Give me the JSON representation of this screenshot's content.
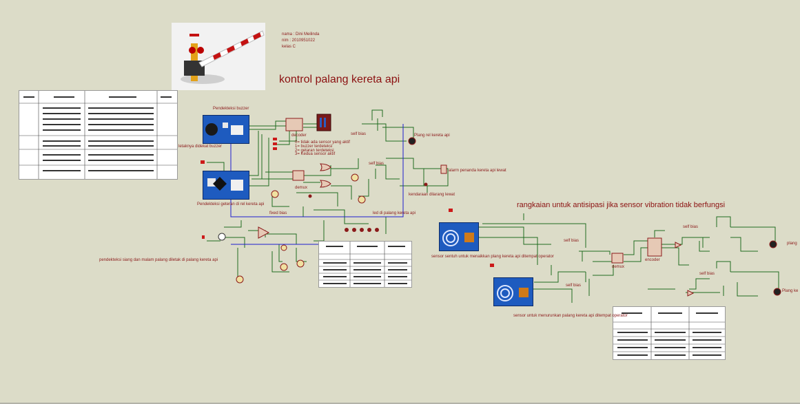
{
  "meta": {
    "name_line": "nama : Dini Meilinda",
    "nim_line": "nim : 2010951022",
    "class_line": "kelas C"
  },
  "title_main": "kontrol palang kereta api",
  "title_right": "rangkaian untuk antisipasi jika sensor vibration tidak berfungsi",
  "labels": {
    "buzzer_detector": "Pendekteksi buzzer",
    "buzzer_location": "letaknya didekat buzzer",
    "decoder": "decoder",
    "decoder_legend_0": "0= tidak ada sensor yang aktif",
    "decoder_legend_1": "1= buzzer terdeteksi",
    "decoder_legend_2": "2= getaran terdeteksi",
    "decoder_legend_3": "3= Kedua sensor aktif",
    "self_bias_1": "self bias",
    "self_bias_2": "self bias",
    "rail_gate": "Plang rel kereta api",
    "alarm": "alarm penanda kereta api lewat",
    "demux_left": "demux",
    "vehicle_forbidden": "kendaraan dilarang lewat",
    "vibration_detector": "Pendekteksi geteran di rel kereta api",
    "fixed_bias": "fixed bias",
    "led_gate": "led di palang kereta api",
    "day_night": "pendekteksi siang dan malam palang diletak di palang kereta api",
    "touch_sensor_up": "sensor sentuh untuk menaikkan plang kereta api ditempat operator",
    "self_bias_r1": "self bias",
    "self_bias_r2": "self bias",
    "demux_right": "demux",
    "encoder": "encoder",
    "self_bias_r3": "self bias",
    "self_bias_r4": "self bias",
    "gate_r1": "plang",
    "gate_r2": "Plang ke",
    "touch_sensor_down": "sensor untuk menurunkan palang kereta api ditempat operator"
  },
  "colors": {
    "background": "#dcdcc8",
    "wire": "#1f6b1f",
    "wire_blue": "#1c1ccf",
    "label": "#8b1a1a",
    "component": "#8b1a1a",
    "sensor": "#1e5bbf"
  }
}
